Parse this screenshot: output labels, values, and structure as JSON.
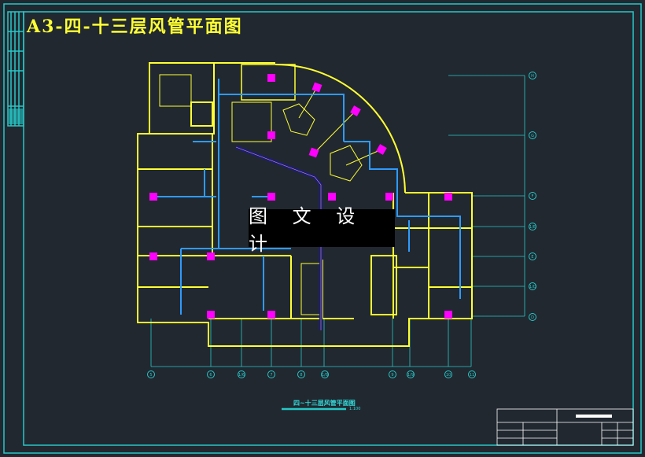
{
  "drawing": {
    "title": "A3-四-十三层风管平面图",
    "subtitle": "四~十三层风管平面图",
    "scale": "1:100",
    "watermark": "图 文 设 计"
  },
  "axes": {
    "bottom": [
      "5",
      "6",
      "1/6",
      "7",
      "8",
      "1/8",
      "9",
      "1/9",
      "10",
      "11"
    ],
    "right": [
      "H",
      "G",
      "F",
      "1/E",
      "E",
      "1/D",
      "D"
    ]
  },
  "colors": {
    "background": "#212830",
    "frame": "#27c8c8",
    "walls": "#ffff33",
    "duct": "#2f9bff",
    "main_duct": "#1a1a8c",
    "diffuser": "#ff00ff",
    "title_block": "#ffffff"
  }
}
